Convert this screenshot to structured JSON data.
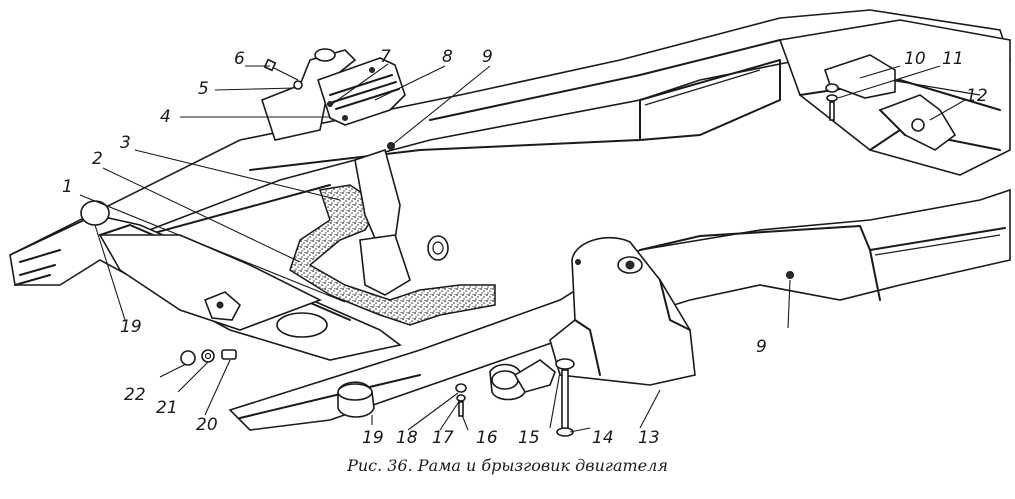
{
  "caption": "Рис. 36. Рама и брызговик двигателя",
  "callouts": [
    {
      "id": "1",
      "text": "1"
    },
    {
      "id": "2",
      "text": "2"
    },
    {
      "id": "3",
      "text": "3"
    },
    {
      "id": "4",
      "text": "4"
    },
    {
      "id": "5",
      "text": "5"
    },
    {
      "id": "6",
      "text": "6"
    },
    {
      "id": "7",
      "text": "7"
    },
    {
      "id": "8",
      "text": "8"
    },
    {
      "id": "9a",
      "text": "9"
    },
    {
      "id": "9b",
      "text": "9"
    },
    {
      "id": "10",
      "text": "10"
    },
    {
      "id": "11",
      "text": "11"
    },
    {
      "id": "12",
      "text": "12"
    },
    {
      "id": "13",
      "text": "13"
    },
    {
      "id": "14",
      "text": "14"
    },
    {
      "id": "15",
      "text": "15"
    },
    {
      "id": "16",
      "text": "16"
    },
    {
      "id": "17",
      "text": "17"
    },
    {
      "id": "18",
      "text": "18"
    },
    {
      "id": "19a",
      "text": "19"
    },
    {
      "id": "19b",
      "text": "19"
    },
    {
      "id": "20",
      "text": "20"
    },
    {
      "id": "21",
      "text": "21"
    },
    {
      "id": "22",
      "text": "22"
    }
  ]
}
